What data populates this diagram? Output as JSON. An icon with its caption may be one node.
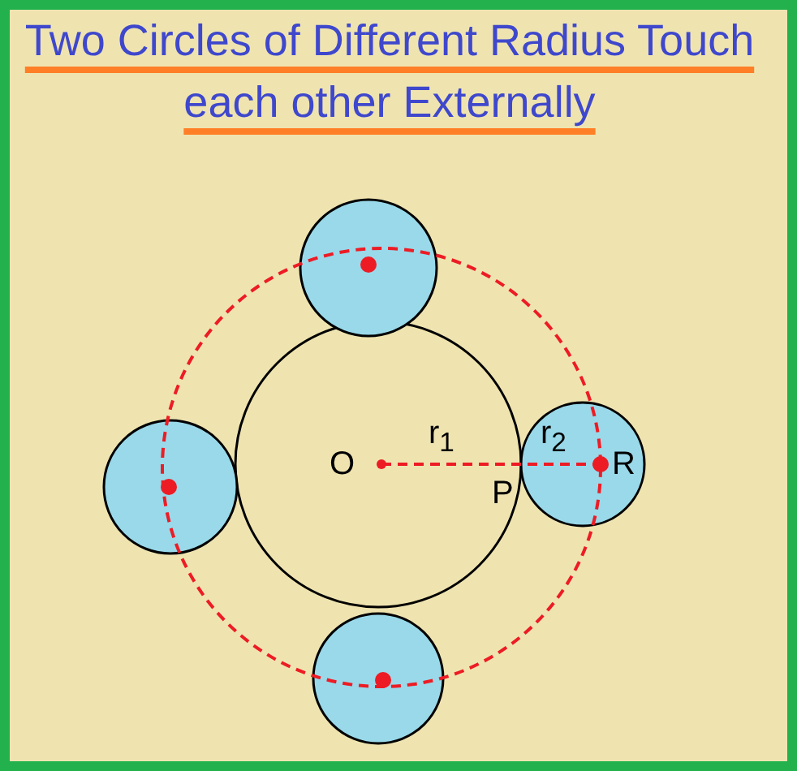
{
  "diagram": {
    "title": "Two Circles of Different Radius Touch each other Externally",
    "labels": [
      "O",
      "r$_{1}$",
      "r$_{2}$",
      "P",
      "R"
    ]
  }
}
